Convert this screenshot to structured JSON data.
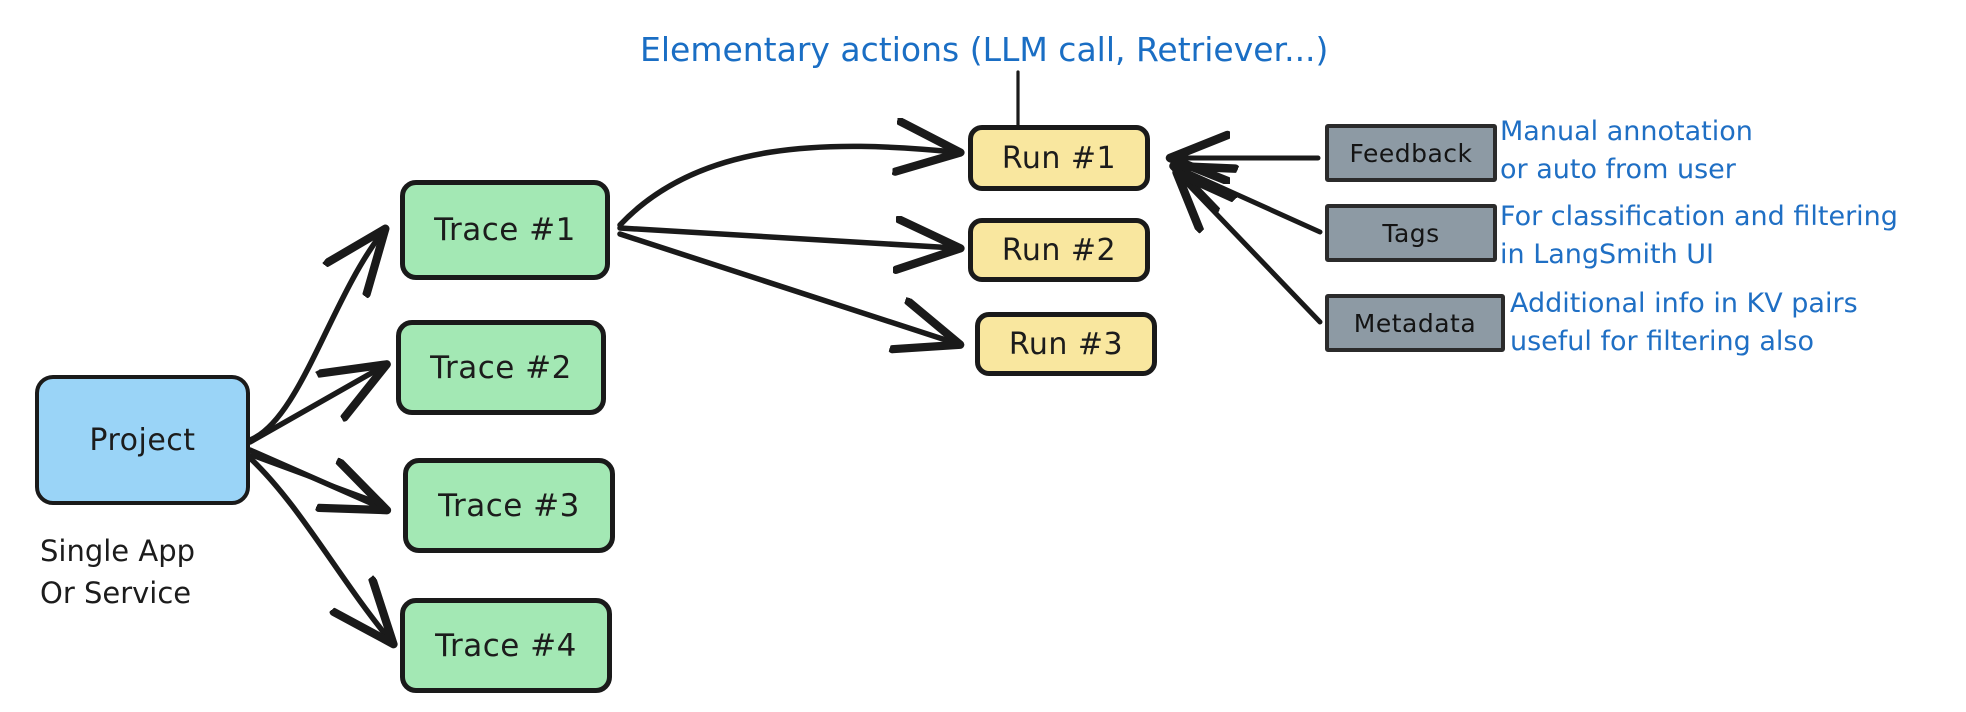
{
  "diagram": {
    "title_note": {
      "text": "Elementary actions (LLM call, Retriever...)",
      "color": "#1a6ec4"
    },
    "project": {
      "label": "Project",
      "color": "#9ad4f7",
      "caption": "Single App\nOr Service"
    },
    "traces": [
      {
        "label": "Trace #1",
        "color": "#a3e8b4"
      },
      {
        "label": "Trace #2",
        "color": "#a3e8b4"
      },
      {
        "label": "Trace #3",
        "color": "#a3e8b4"
      },
      {
        "label": "Trace #4",
        "color": "#a3e8b4"
      }
    ],
    "runs": [
      {
        "label": "Run #1",
        "color": "#f9e79f"
      },
      {
        "label": "Run #2",
        "color": "#f9e79f"
      },
      {
        "label": "Run #3",
        "color": "#f9e79f"
      }
    ],
    "attributes": [
      {
        "label": "Feedback",
        "color": "#8d9aa4",
        "annotation": "Manual annotation\nor auto from user"
      },
      {
        "label": "Tags",
        "color": "#8d9aa4",
        "annotation": "For classification and filtering\nin LangSmith UI"
      },
      {
        "label": "Metadata",
        "color": "#8d9aa4",
        "annotation": "Additional info in KV pairs\nuseful for filtering also"
      }
    ],
    "stroke_color": "#1a1a1a",
    "annotation_color": "#1f6fc4"
  }
}
